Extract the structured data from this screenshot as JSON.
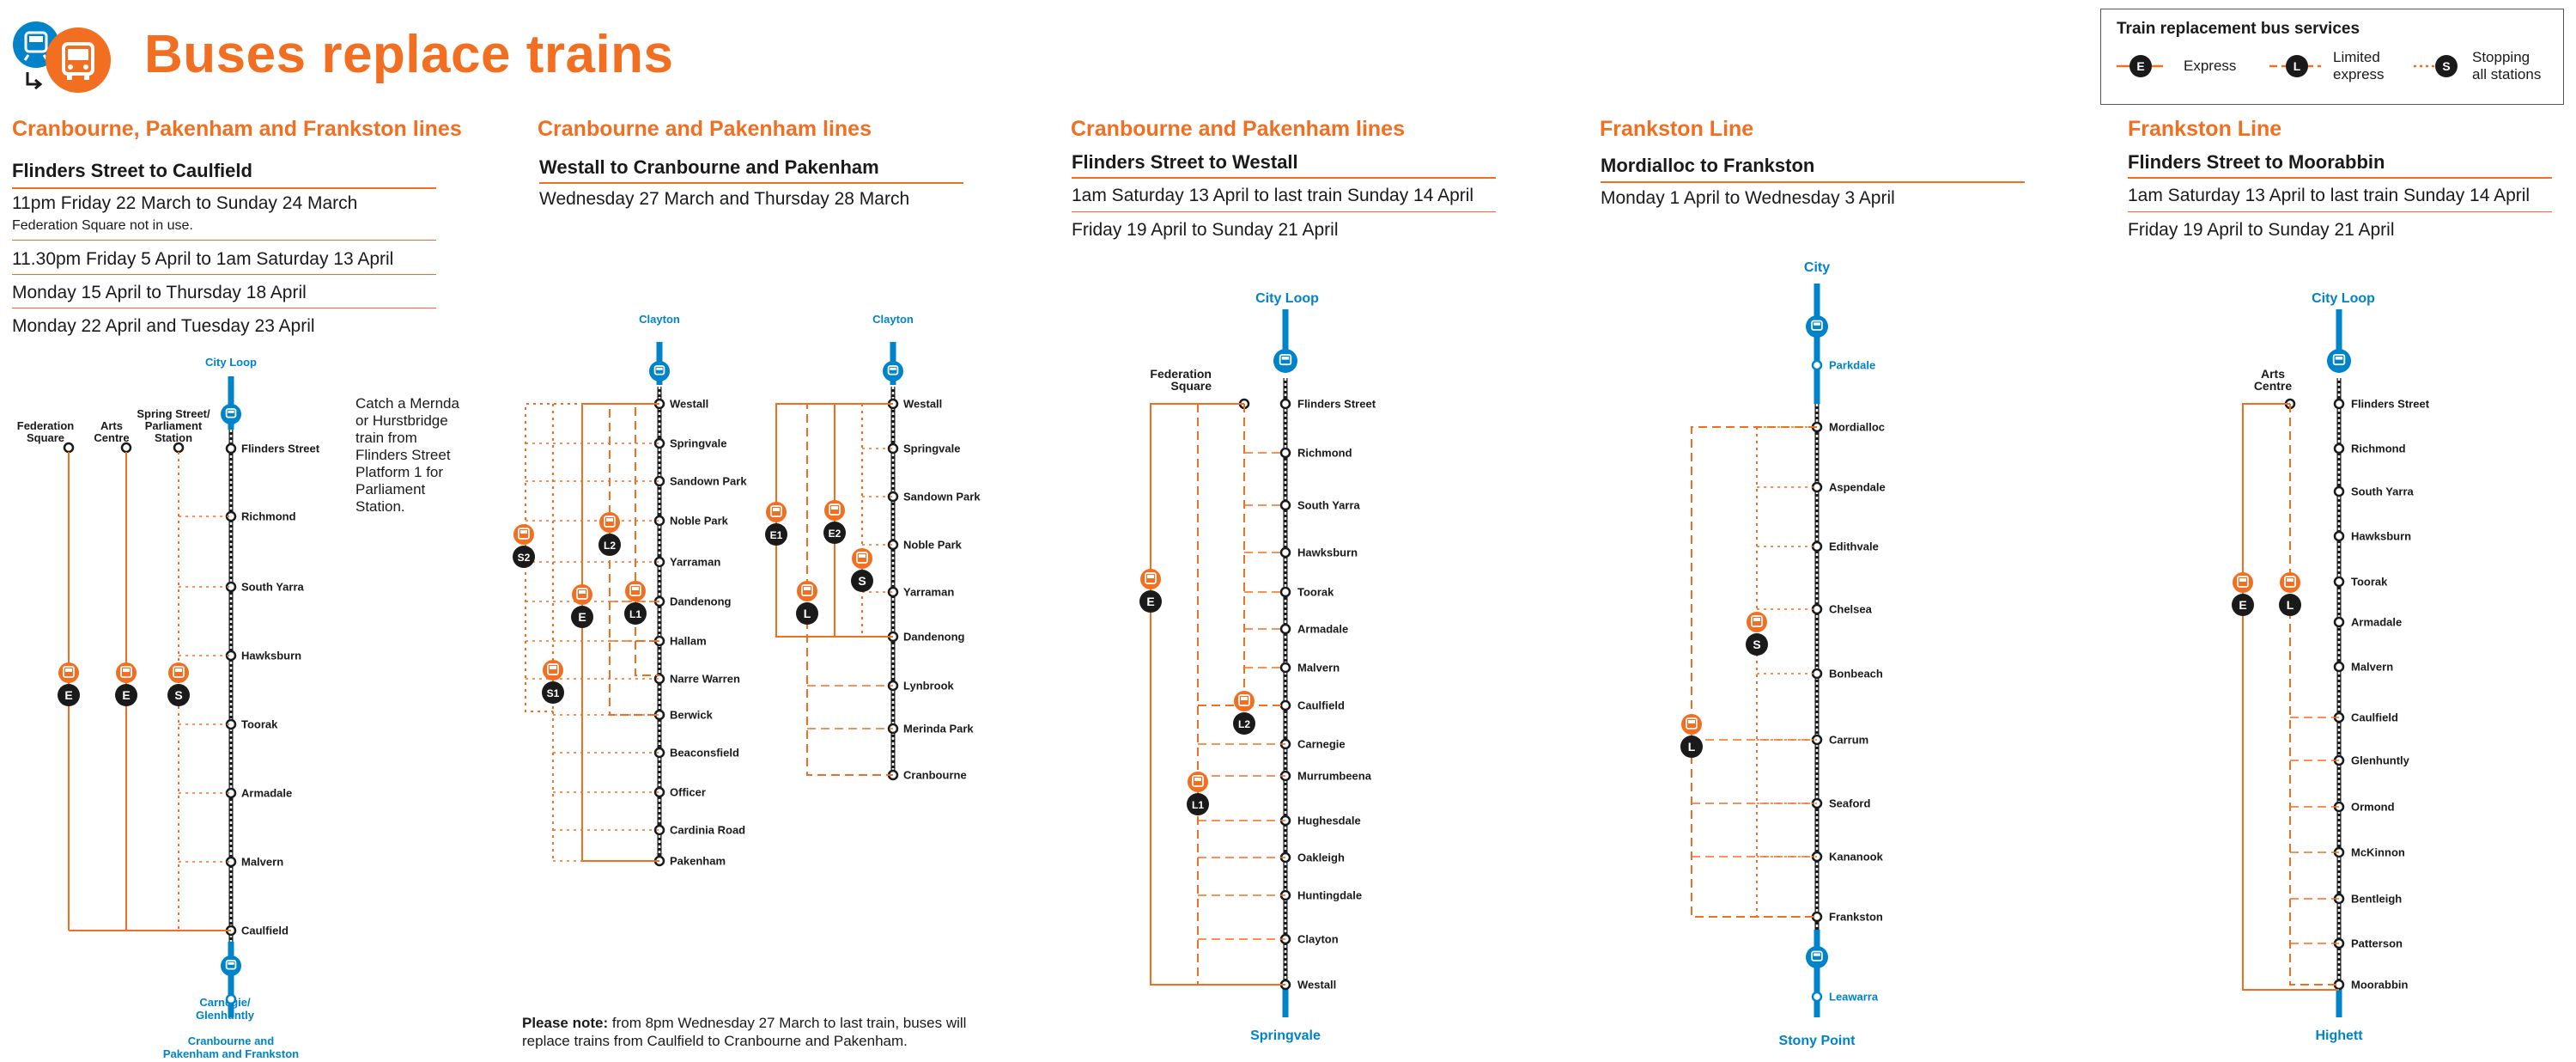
{
  "colors": {
    "accent": "#f26f21",
    "rail": "#0083c9",
    "ink": "#1a1a1a"
  },
  "title": "Buses replace trains",
  "legend": {
    "title": "Train replacement bus services",
    "items": [
      {
        "code": "E",
        "label": "Express",
        "style": "solid"
      },
      {
        "code": "L",
        "label": "Limited express",
        "line1": "Limited",
        "line2": "express",
        "style": "dashed"
      },
      {
        "code": "S",
        "label": "Stopping all stations",
        "line1": "Stopping",
        "line2": "all stations",
        "style": "dotted"
      }
    ]
  },
  "sections": [
    {
      "heading": "Cranbourne, Pakenham and Frankston lines",
      "subtitle": "Flinders Street to Caulfield",
      "dates": [
        "11pm Friday 22 March to Sunday 24 March",
        "11.30pm Friday 5 April to 1am Saturday 13 April",
        "Monday 15 April to Thursday 18 April",
        "Monday 22 April and Tuesday 23 April"
      ],
      "note": "Federation Square not in use.",
      "top_label": "City Loop",
      "bottom_label": "Carnegie/ Glenhuntly",
      "bottom_label_line1": "Carnegie/",
      "bottom_label_line2": "Glenhuntly",
      "bottom_caption_line1": "Cranbourne and",
      "bottom_caption_line2": "Pakenham and Frankston",
      "platforms": [
        {
          "line1": "Federation",
          "line2": "Square"
        },
        {
          "line1": "Arts",
          "line2": "Centre"
        },
        {
          "line1": "Spring Street/",
          "line2": "Parliament",
          "line3": "Station"
        }
      ],
      "stations": [
        "Flinders Street",
        "Richmond",
        "South Yarra",
        "Hawksburn",
        "Toorak",
        "Armadale",
        "Malvern",
        "Caulfield"
      ],
      "buses": [
        "E",
        "E",
        "S"
      ],
      "catch_text": "Catch a Mernda\nor Hurstbridge\ntrain from\nFlinders Street\nPlatform 1 for\nParliament\nStation."
    },
    {
      "heading": "Cranbourne and Pakenham lines",
      "subtitle": "Westall to Cranbourne and Pakenham",
      "dates": [
        "Wednesday 27 March and Thursday 28 March"
      ],
      "pakenham": {
        "top_label": "Clayton",
        "stations": [
          "Westall",
          "Springvale",
          "Sandown Park",
          "Noble Park",
          "Yarraman",
          "Dandenong",
          "Hallam",
          "Narre Warren",
          "Berwick",
          "Beaconsfield",
          "Officer",
          "Cardinia Road",
          "Pakenham"
        ],
        "buses": [
          "S2",
          "L2",
          "E",
          "L1",
          "S1"
        ]
      },
      "cranbourne": {
        "top_label": "Clayton",
        "stations": [
          "Westall",
          "Springvale",
          "Sandown Park",
          "Noble Park",
          "Yarraman",
          "Dandenong",
          "Lynbrook",
          "Merinda Park",
          "Cranbourne"
        ],
        "buses": [
          "E1",
          "E2",
          "S",
          "L"
        ]
      },
      "footnote_bold": "Please note:",
      "footnote_text": " from 8pm Wednesday 27 March to last train, buses will replace trains from Caulfield to Cranbourne and Pakenham."
    },
    {
      "heading": "Cranbourne and Pakenham lines",
      "subtitle": "Flinders Street to Westall",
      "dates": [
        "1am Saturday 13 April to last train Sunday 14 April",
        "Friday 19 April to Sunday 21 April"
      ],
      "top_label": "City Loop",
      "bottom_label": "Springvale",
      "platform": {
        "line1": "Federation",
        "line2": "Square"
      },
      "stations": [
        "Flinders Street",
        "Richmond",
        "South Yarra",
        "Hawksburn",
        "Toorak",
        "Armadale",
        "Malvern",
        "Caulfield",
        "Carnegie",
        "Murrumbeena",
        "Hughesdale",
        "Oakleigh",
        "Huntingdale",
        "Clayton",
        "Westall"
      ],
      "buses": [
        "E",
        "L2",
        "L1"
      ]
    },
    {
      "heading": "Frankston Line",
      "subtitle": "Mordialloc to Frankston",
      "dates": [
        "Monday 1 April to Wednesday 3 April"
      ],
      "top_label": "City",
      "upper_station": "Parkdale",
      "lower_station": "Leawarra",
      "bottom_label": "Stony Point",
      "stations": [
        "Mordialloc",
        "Aspendale",
        "Edithvale",
        "Chelsea",
        "Bonbeach",
        "Carrum",
        "Seaford",
        "Kananook",
        "Frankston"
      ],
      "buses": [
        "S",
        "L"
      ]
    },
    {
      "heading": "Frankston Line",
      "subtitle": "Flinders Street to Moorabbin",
      "dates": [
        "1am Saturday 13 April to last train Sunday 14 April",
        "Friday 19 April to Sunday 21 April"
      ],
      "top_label": "City Loop",
      "bottom_label": "Highett",
      "platform": {
        "line1": "Arts",
        "line2": "Centre"
      },
      "stations": [
        "Flinders Street",
        "Richmond",
        "South Yarra",
        "Hawksburn",
        "Toorak",
        "Armadale",
        "Malvern",
        "Caulfield",
        "Glenhuntly",
        "Ormond",
        "McKinnon",
        "Bentleigh",
        "Patterson",
        "Moorabbin"
      ],
      "buses": [
        "E",
        "L"
      ]
    }
  ]
}
